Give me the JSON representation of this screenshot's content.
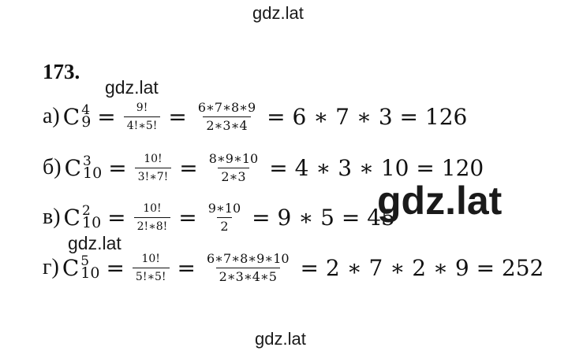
{
  "watermarks": [
    "gdz.lat",
    "gdz.lat",
    "gdz.lat",
    "gdz.lat",
    "gdz.lat"
  ],
  "problem_number": "173.",
  "rows": [
    {
      "label": "а)",
      "C": "C",
      "sup": "4",
      "sub": "9",
      "f1n": "9!",
      "f1d": "4!∗5!",
      "f2n": "6∗7∗8∗9",
      "f2d": "2∗3∗4",
      "result": "= 6 ∗ 7 ∗ 3 = 126"
    },
    {
      "label": "б)",
      "C": "C",
      "sup": "3",
      "sub": "10",
      "f1n": "10!",
      "f1d": "3!∗7!",
      "f2n": "8∗9∗10",
      "f2d": "2∗3",
      "result": "= 4 ∗ 3 ∗ 10 = 120"
    },
    {
      "label": "в)",
      "C": "C",
      "sup": "2",
      "sub": "10",
      "f1n": "10!",
      "f1d": "2!∗8!",
      "f2n": "9∗10",
      "f2d": "2",
      "result": "= 9 ∗ 5 = 45"
    },
    {
      "label": "г)",
      "C": "C",
      "sup": "5",
      "sub": "10",
      "f1n": "10!",
      "f1d": "5!∗5!",
      "f2n": "6∗7∗8∗9∗10",
      "f2d": "2∗3∗4∗5",
      "result": "= 2 ∗ 7 ∗ 2 ∗ 9 = 252"
    }
  ],
  "eq": "="
}
